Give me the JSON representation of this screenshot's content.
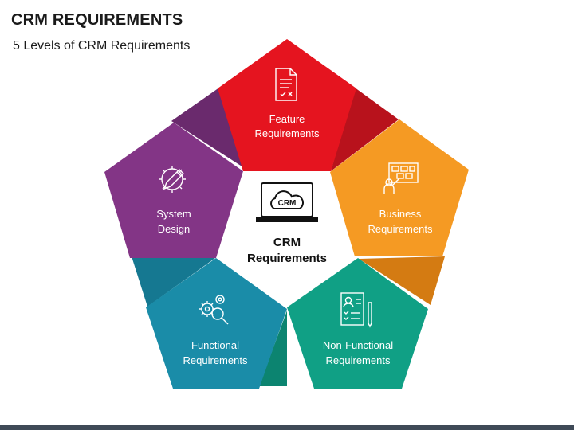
{
  "header": {
    "title": "CRM REQUIREMENTS",
    "subtitle": "5 Levels of CRM Requirements"
  },
  "center": {
    "icon_text": "CRM",
    "line1": "CRM",
    "line2": "Requirements"
  },
  "levels": [
    {
      "line1": "Feature",
      "line2": "Requirements",
      "color": "#e5141f",
      "dark": "#8f0f18",
      "icon": "document-checklist-icon"
    },
    {
      "line1": "Business",
      "line2": "Requirements",
      "color": "#f59a23",
      "dark": "#c8710e",
      "icon": "presentation-board-icon"
    },
    {
      "line1": "Non-Functional",
      "line2": "Requirements",
      "color": "#10a085",
      "dark": "#0a6e5c",
      "icon": "resume-clipboard-icon"
    },
    {
      "line1": "Functional",
      "line2": "Requirements",
      "color": "#1a8ca8",
      "dark": "#136b80",
      "icon": "gears-magnifier-icon"
    },
    {
      "line1": "System",
      "line2": "Design",
      "color": "#833586",
      "dark": "#5a1f5c",
      "icon": "gear-pencil-icon"
    }
  ]
}
